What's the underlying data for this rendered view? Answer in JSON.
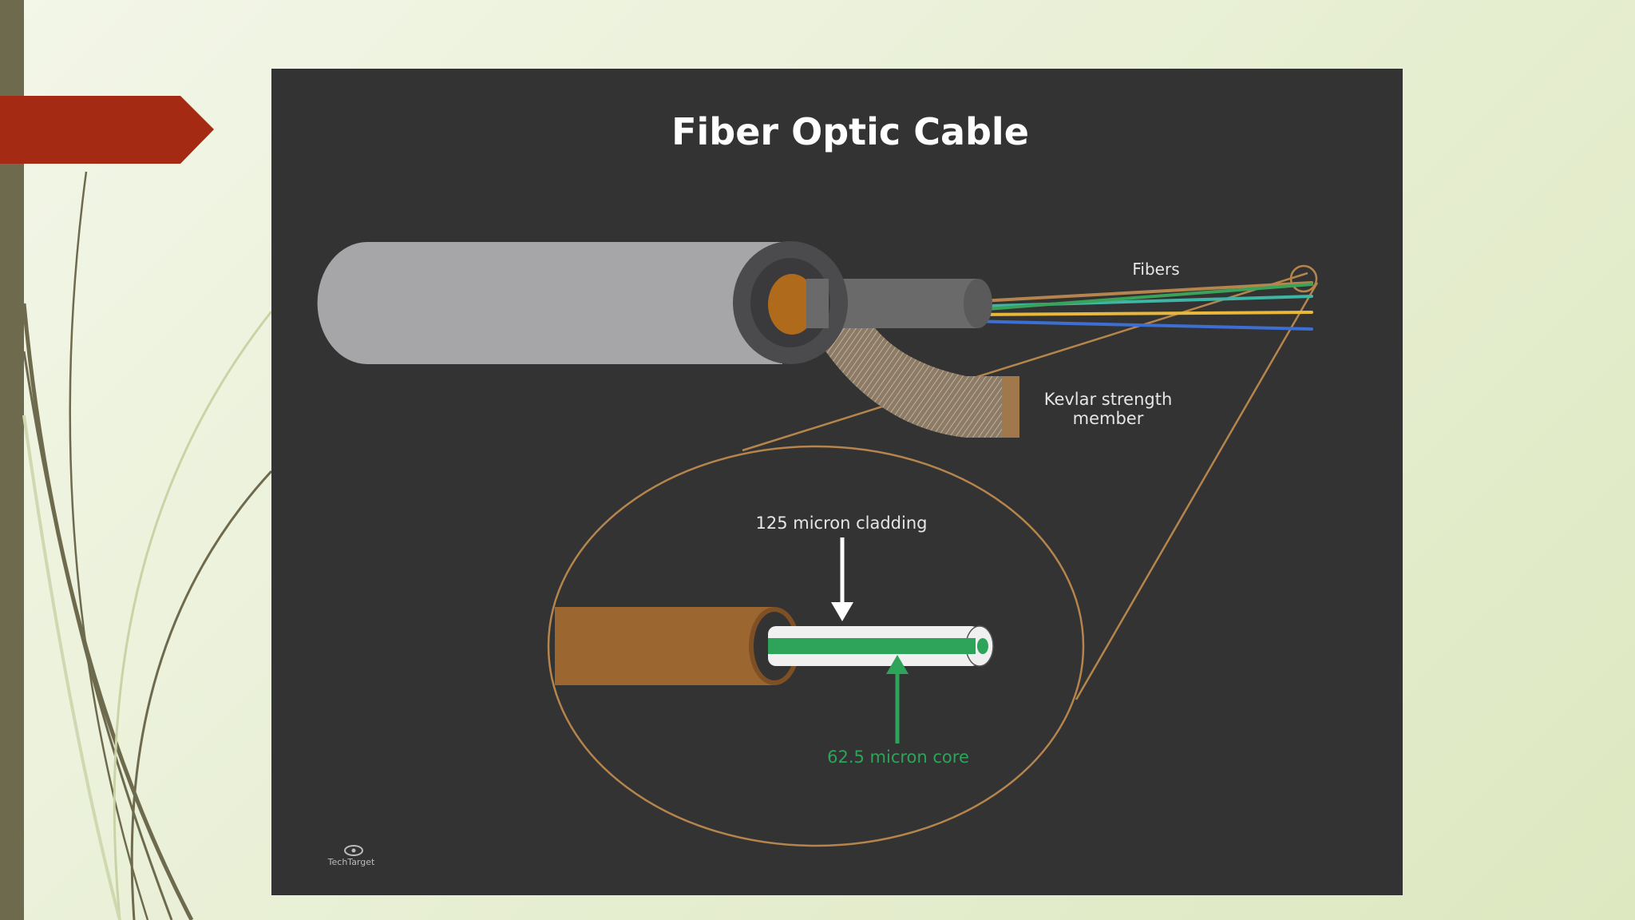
{
  "slide": {
    "left_bar_color": "#6e6a4e",
    "tab_color": "#a52a14",
    "background_color": "#e9f0d6"
  },
  "diagram": {
    "title": "Fiber Optic Cable",
    "labels": {
      "fibers": "Fibers",
      "kevlar_line1": "Kevlar strength",
      "kevlar_line2": "member",
      "cladding": "125 micron cladding",
      "core": "62.5 micron core"
    },
    "logo_text": "TechTarget",
    "colors": {
      "panel": "#333333",
      "jacket": "#a6a6a8",
      "buffer": "#8a5a20",
      "tan_line": "#b5854d",
      "core": "#2ea35a",
      "cladding": "#f0f0f0",
      "fiber_teal": "#3fb5a6",
      "fiber_green": "#3aa35a",
      "fiber_yellow": "#e8b83a",
      "fiber_blue": "#3c6fd1"
    }
  }
}
